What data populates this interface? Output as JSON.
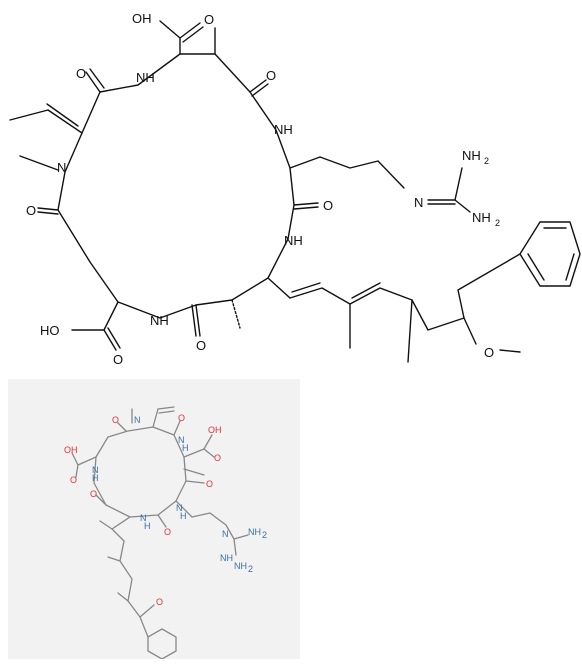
{
  "main_structure": {
    "atom_labels": {
      "cooh_top": "OH",
      "cooh_top_o": "O",
      "cooh_bottom": "HO",
      "cooh_bottom_o": "O",
      "dha_carbonyl": "O",
      "nh_top_left": "NH",
      "amide_top_right_o": "O",
      "nh_right": "NH",
      "n_methyl": "N",
      "carbonyl_left": "O",
      "carbonyl_mid_right": "O",
      "nh_mid_right": "NH",
      "nh_bottom_left": "NH",
      "carbonyl_bottom": "O",
      "guan_nh2_top": "NH",
      "guan_nh2_top_sub": "2",
      "guan_n": "N",
      "guan_nh2_bottom": "NH",
      "guan_nh2_bottom_sub": "2",
      "ether_o": "O"
    }
  },
  "thumbnail": {
    "background": "#f2f2f2",
    "atom_labels": {
      "n_top": "N",
      "o_top_left": "O",
      "o_top_right": "O",
      "cooh_right": "OH",
      "cooh_right_o": "O",
      "nh_right_top": "N",
      "nh_right_top_h": "H",
      "o_right": "O",
      "cooh_left": "OH",
      "cooh_left_o": "O",
      "nh_left": "N",
      "nh_left_h": "H",
      "o_left_mid": "O",
      "nh_bottom_center": "N",
      "nh_bottom_center_h": "H",
      "nh_bottom_right": "N",
      "nh_bottom_right_h": "H",
      "o_bottom": "O",
      "guan_n": "N",
      "guan_nh": "NH",
      "guan_nh_top": "NH",
      "guan_nh_top_sub": "2",
      "guan_nh2": "NH",
      "guan_nh2_sub": "2",
      "ether_o": "O"
    }
  }
}
